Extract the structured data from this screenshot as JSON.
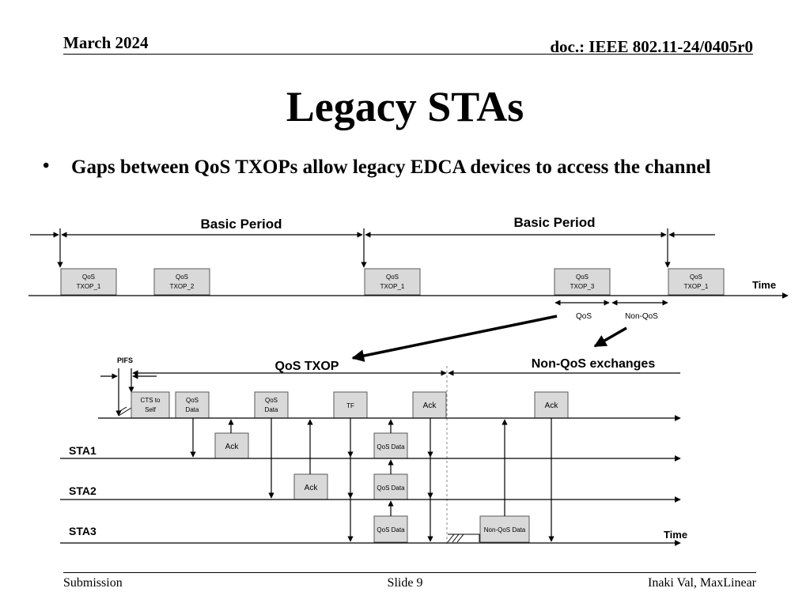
{
  "header": {
    "date": "March 2024",
    "doc": "doc.: IEEE 802.11-24/0405r0"
  },
  "title": "Legacy STAs",
  "bullet": "Gaps between QoS TXOPs allow legacy EDCA devices to access the channel",
  "top": {
    "period_labels": [
      "Basic Period",
      "Basic Period"
    ],
    "txops": [
      {
        "line1": "QoS",
        "line2": "TXOP_1"
      },
      {
        "line1": "QoS",
        "line2": "TXOP_2"
      },
      {
        "line1": "QoS",
        "line2": "TXOP_1"
      },
      {
        "line1": "QoS",
        "line2": "TXOP_3"
      },
      {
        "line1": "QoS",
        "line2": "TXOP_1"
      }
    ],
    "time_label": "Time",
    "qos_label": "QoS",
    "nonqos_label": "Non-QoS"
  },
  "bottom": {
    "pifs_label": "PIFS",
    "qos_txop_label": "QoS TXOP",
    "nonqos_exchanges_label": "Non-QoS exchanges",
    "ap_frames": [
      {
        "line1": "CTS to",
        "line2": "Self"
      },
      {
        "line1": "QoS",
        "line2": "Data"
      },
      {
        "line1": "QoS",
        "line2": "Data"
      },
      {
        "line1": "TF",
        "line2": ""
      },
      {
        "line1": "Ack",
        "line2": ""
      },
      {
        "line1": "Ack",
        "line2": ""
      }
    ],
    "sta1": {
      "name": "STA1",
      "frames": [
        "Ack",
        "QoS Data"
      ]
    },
    "sta2": {
      "name": "STA2",
      "frames": [
        "Ack",
        "QoS Data"
      ]
    },
    "sta3": {
      "name": "STA3",
      "frames": [
        "QoS Data",
        "Non-QoS Data"
      ]
    },
    "time_label": "Time"
  },
  "colors": {
    "frame_fill": "#d9d9d9",
    "frame_stroke": "#595959",
    "line": "#000000"
  },
  "footer": {
    "left": "Submission",
    "center": "Slide 9",
    "right": "Inaki Val, MaxLinear"
  }
}
